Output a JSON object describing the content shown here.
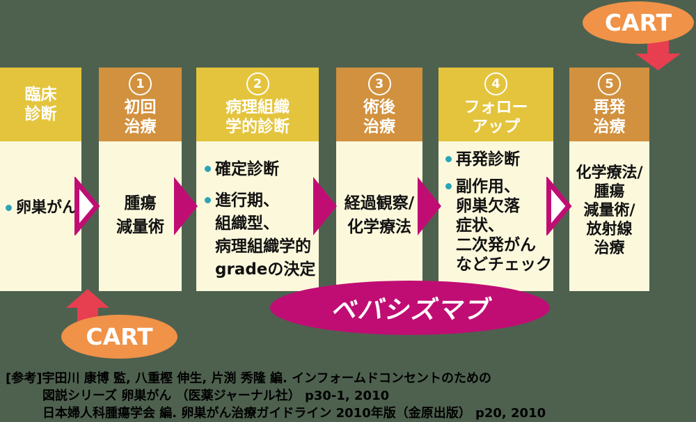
{
  "colors": {
    "background": "#4E614F",
    "header_yellow": "#E4C43C",
    "header_orange": "#D2913E",
    "column_cream": "#FCF8DC",
    "magenta": "#C00D74",
    "cart_orange": "#F09248",
    "red_arrow": "#E73E50",
    "bullet_teal": "#2BA4B6"
  },
  "flow": {
    "columns": [
      {
        "number": "",
        "title": "臨床\n診断",
        "items": [
          {
            "text": "卵巣がん"
          }
        ]
      },
      {
        "number": "1",
        "title": "初回\n治療",
        "items": [
          {
            "text": "腫瘍\n減量術"
          }
        ]
      },
      {
        "number": "2",
        "title": "病理組織\n学的診断",
        "items": [
          {
            "text": "確定診断"
          },
          {
            "text": "進行期、\n組織型、\n病理組織学的\ngradeの決定"
          }
        ]
      },
      {
        "number": "3",
        "title": "術後\n治療",
        "items": [
          {
            "text": "経過観察/\n化学療法"
          }
        ]
      },
      {
        "number": "4",
        "title": "フォロー\nアップ",
        "items": [
          {
            "text": "再発診断"
          },
          {
            "text": "副作用、\n卵巣欠落\n症状、\n二次発がん\nなどチェック"
          }
        ]
      },
      {
        "number": "5",
        "title": "再発\n治療",
        "items": [
          {
            "text": "化学療法/\n腫瘍\n減量術/\n放射線\n治療"
          }
        ]
      }
    ]
  },
  "annotations": {
    "cart_top": "CART",
    "cart_bottom": "CART",
    "bevacizumab": "ベバシズマブ"
  },
  "references": {
    "line1": "[参考]宇田川 康博 監, 八重樫 伸生, 片渕 秀隆 編. インフォームドコンセントのための",
    "line2": "図説シリーズ 卵巣がん （医薬ジャーナル社） p30-1, 2010",
    "line3": "日本婦人科腫瘍学会 編. 卵巣がん治療ガイドライン 2010年版（金原出版） p20, 2010"
  }
}
